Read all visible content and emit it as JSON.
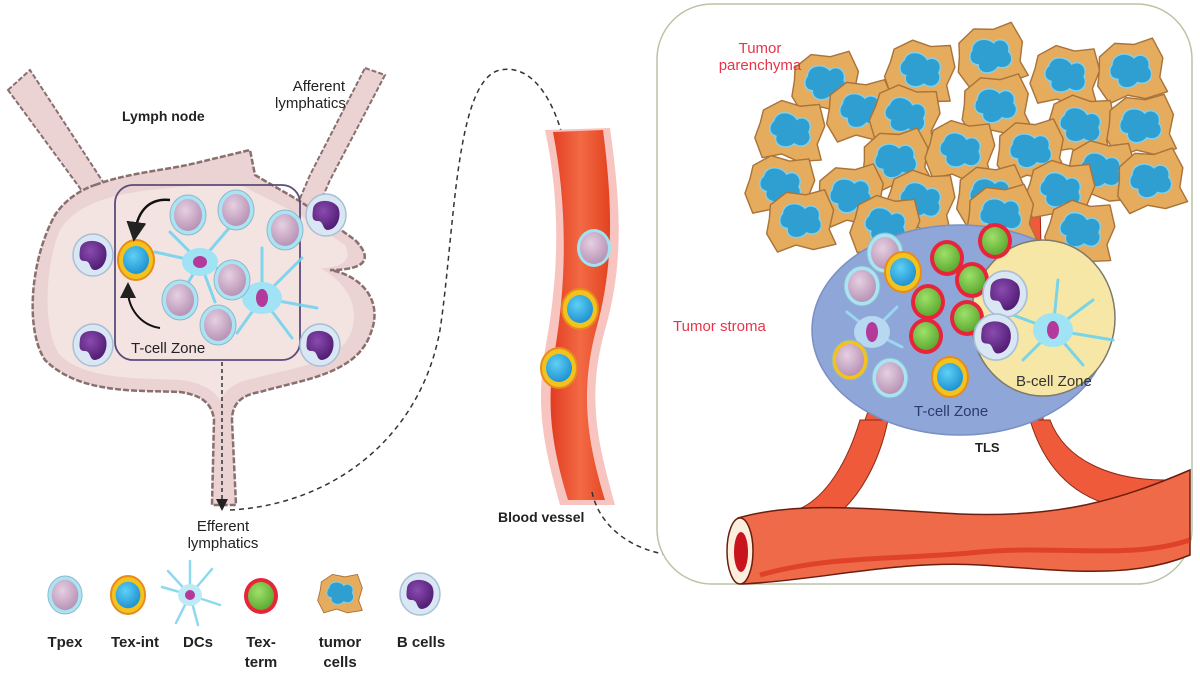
{
  "figure": {
    "lymph_node": {
      "title": "Lymph node",
      "afferent_label": "Afferent\nlymphatics",
      "efferent_label": "Efferent\nlymphatics",
      "tcell_zone_label": "T-cell Zone"
    },
    "blood_vessel": {
      "label": "Blood vessel"
    },
    "tumor_panel": {
      "parenchyma_label": "Tumor\nparenchyma",
      "stroma_label": "Tumor stroma",
      "tls": {
        "label": "TLS",
        "tcell_zone_label": "T-cell Zone",
        "bcell_zone_label": "B-cell Zone"
      }
    },
    "legend": [
      {
        "key": "tpex",
        "label": "Tpex",
        "icon": "tpex-cell-icon"
      },
      {
        "key": "tex-int",
        "label": "Tex-int",
        "icon": "tex-int-cell-icon"
      },
      {
        "key": "dcs",
        "label": "DCs",
        "icon": "dendritic-cell-icon"
      },
      {
        "key": "tex-term",
        "label": "Tex-\nterm",
        "icon": "tex-term-cell-icon"
      },
      {
        "key": "tumor",
        "label": "tumor\ncells",
        "icon": "tumor-cell-icon"
      },
      {
        "key": "bcells",
        "label": "B cells",
        "icon": "b-cell-icon"
      }
    ],
    "colors": {
      "label_red": "#e8344a",
      "lymph_tissue": "#ecd3d3",
      "tcell_zone_tls": "#8fa6d9",
      "bcell_zone": "#f7e7a6",
      "vessel": "#ef5a3a",
      "tumor_cell": "#e6ac5e",
      "tumor_nucleus": "#2e9fd0",
      "tpex": "#cfaecb",
      "tex_int": "#2fb4e8",
      "tex_term": "#7ec84a",
      "b_cell": "#6a2a8e"
    }
  }
}
